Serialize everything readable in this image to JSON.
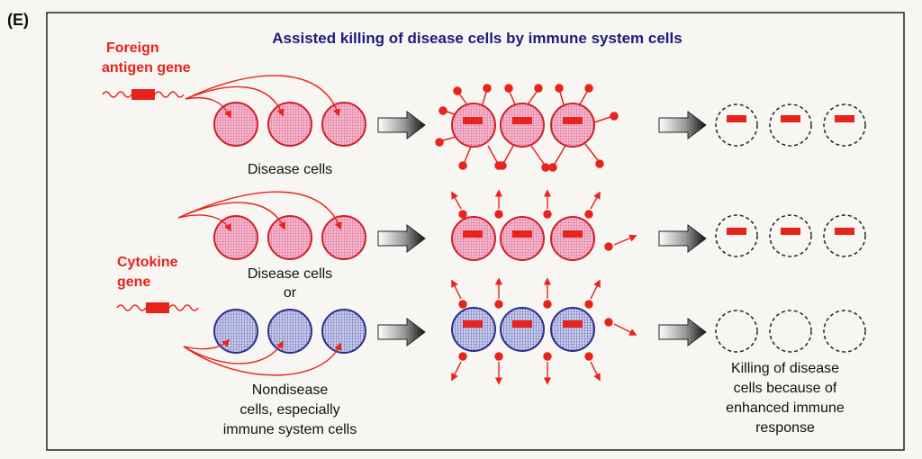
{
  "panel_label": "(E)",
  "title": "Assisted killing of disease cells by immune system cells",
  "labels": {
    "foreign_line1": "Foreign",
    "foreign_line2": "antigen gene",
    "cytokine_line1": "Cytokine",
    "cytokine_line2": "gene",
    "disease_cells_top": "Disease cells",
    "disease_cells_mid": "Disease cells",
    "or": "or",
    "nondisease_line1": "Nondisease",
    "nondisease_line2": "cells, especially",
    "nondisease_line3": "immune system cells",
    "killing_line1": "Killing of disease",
    "killing_line2": "cells because of",
    "killing_line3": "enhanced immune",
    "killing_line4": "response"
  },
  "colors": {
    "red": "#e8231c",
    "title_blue": "#1c1c7a",
    "disease_fill": "#f2a7c0",
    "disease_stroke": "#d0202a",
    "immune_fill": "#b7bde0",
    "immune_stroke": "#2a2f8c",
    "text": "#111111"
  }
}
